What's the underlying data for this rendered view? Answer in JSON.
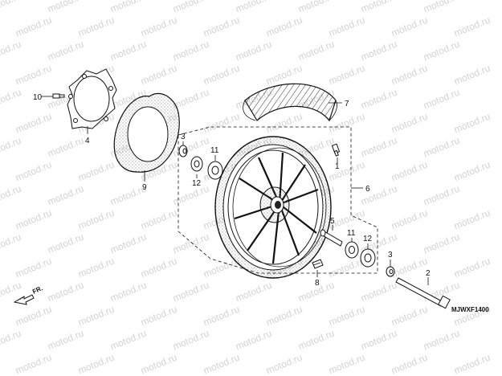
{
  "watermark": "motod.ru",
  "part_callouts": [
    {
      "id": "c10",
      "label": "10"
    },
    {
      "id": "c4",
      "label": "4"
    },
    {
      "id": "c9",
      "label": "9"
    },
    {
      "id": "c3a",
      "label": "3"
    },
    {
      "id": "c11a",
      "label": "11"
    },
    {
      "id": "c12a",
      "label": "12"
    },
    {
      "id": "c7",
      "label": "7"
    },
    {
      "id": "c1",
      "label": "1"
    },
    {
      "id": "c6",
      "label": "6"
    },
    {
      "id": "c5",
      "label": "5"
    },
    {
      "id": "c11b",
      "label": "11"
    },
    {
      "id": "c12b",
      "label": "12"
    },
    {
      "id": "c3b",
      "label": "3"
    },
    {
      "id": "c2",
      "label": "2"
    },
    {
      "id": "c8",
      "label": "8"
    }
  ],
  "direction_label": "FR.",
  "diagram_code": "MJWXF1400"
}
